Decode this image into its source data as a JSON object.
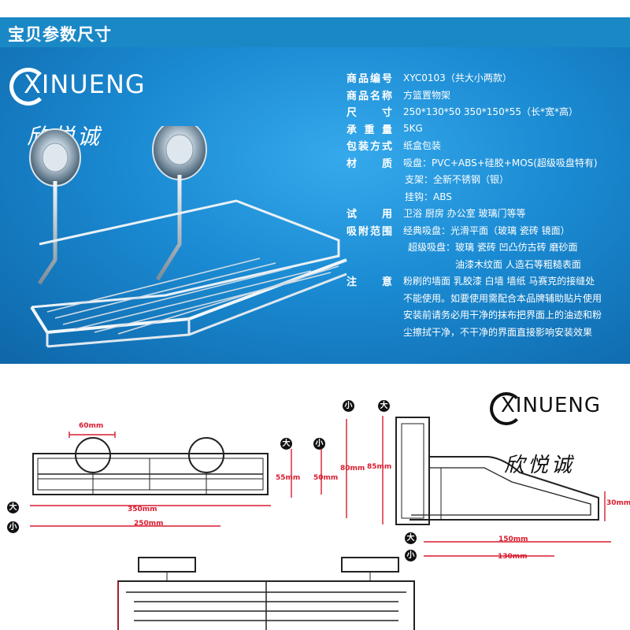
{
  "header": {
    "title": "宝贝参数尺寸"
  },
  "brand": {
    "name": "XINUENG",
    "cn": "欣悦诚"
  },
  "specs": [
    {
      "label": "商品编号",
      "value": "XYC0103（共大小两款）"
    },
    {
      "label": "商品名称",
      "value": "方篮置物架"
    },
    {
      "label": "尺寸",
      "value": "250*130*50   350*150*55（长*宽*高）"
    },
    {
      "label": "承重量",
      "value": "5KG"
    },
    {
      "label": "包装方式",
      "value": "纸盒包装"
    },
    {
      "label": "材质",
      "value": "吸盘：PVC+ABS+硅胶+MOS(超级吸盘特有)"
    },
    {
      "label": "",
      "value": "支架：全新不锈钢（银）"
    },
    {
      "label": "",
      "value": "挂钩：ABS"
    },
    {
      "label": "试用",
      "value": "卫浴 厨房 办公室 玻璃门等等"
    },
    {
      "label": "吸附范围",
      "value": "经典吸盘：光滑平面（玻璃 瓷砖 镜面）"
    },
    {
      "label": "",
      "value": "超级吸盘：玻璃 瓷砖 凹凸仿古砖 磨砂面"
    },
    {
      "label": "",
      "value": "油漆木纹面 人造石等粗糙表面"
    },
    {
      "label": "注意",
      "value": "粉刷的墙面 乳胶漆 白墙 墙纸 马赛克的接缝处"
    },
    {
      "label": "",
      "value": "不能使用。如要使用需配合本品牌辅助贴片使用"
    },
    {
      "label": "",
      "value": "安装前请务必用干净的抹布把界面上的油迹和粉"
    },
    {
      "label": "",
      "value": "尘擦拭干净，不干净的界面直接影响安装效果"
    }
  ],
  "dims": {
    "d60": "60mm",
    "d55": "55mm",
    "d50": "50mm",
    "d80": "80mm",
    "d85": "85mm",
    "d350": "350mm",
    "d250": "250mm",
    "d150": "150mm",
    "d130": "130mm",
    "d30": "30mm",
    "big": "大",
    "small": "小"
  },
  "colors": {
    "banner": "#1b88c6",
    "dimension": "#d81c2f"
  }
}
